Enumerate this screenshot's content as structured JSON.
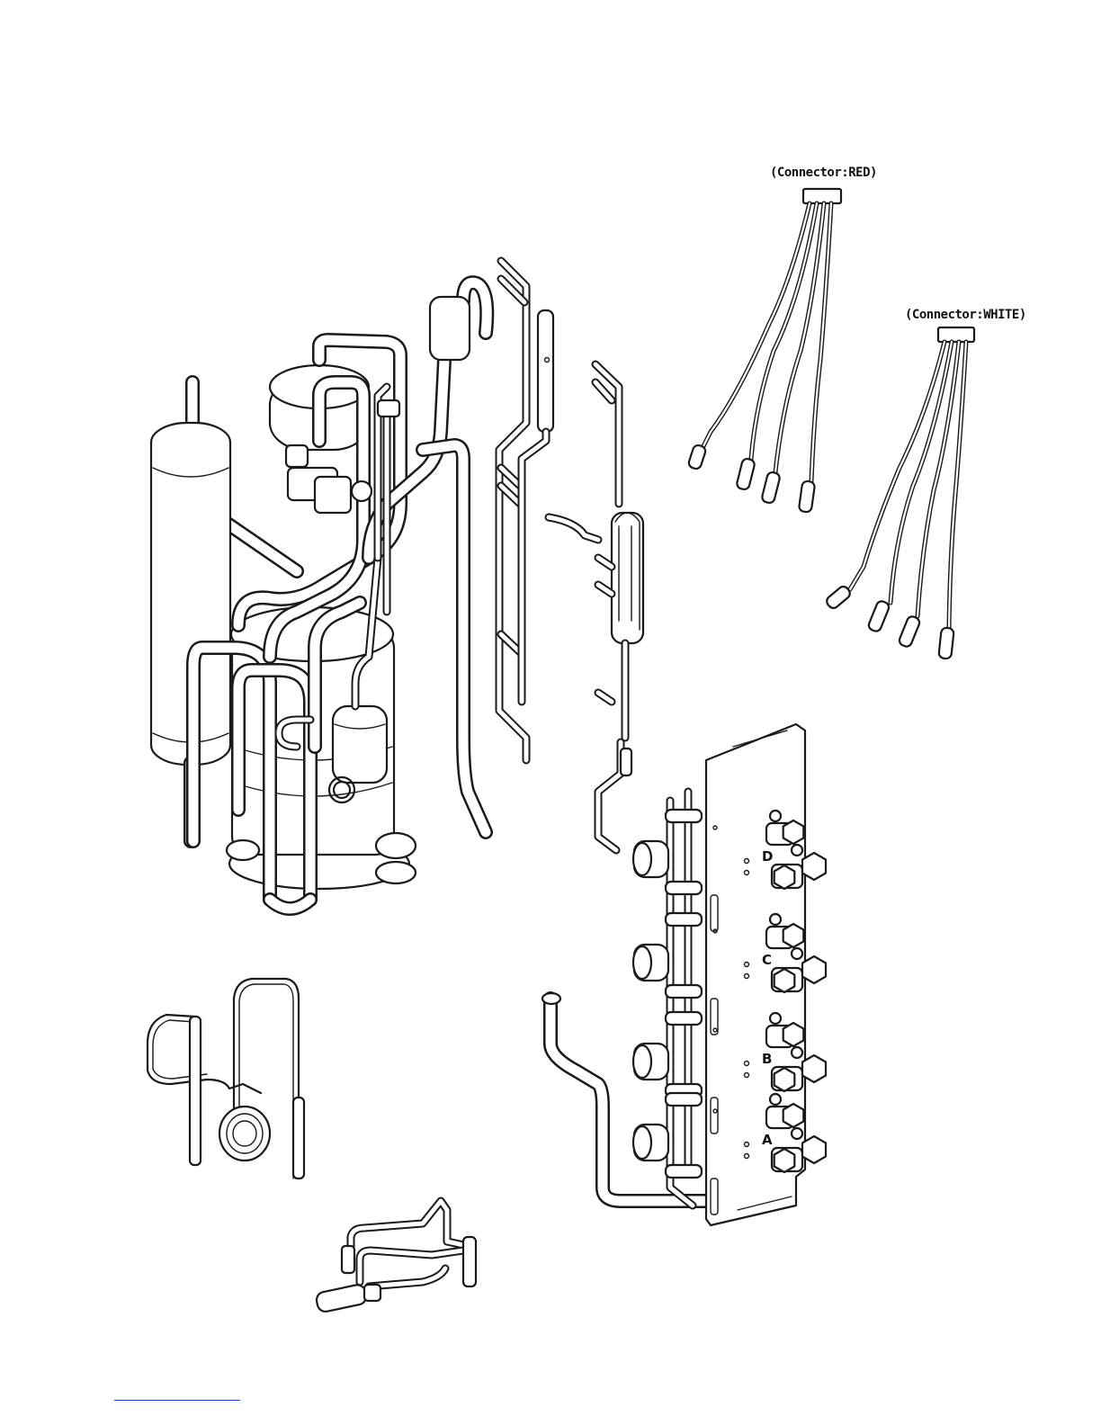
{
  "labels": {
    "connector_red": "(Connector:RED)",
    "connector_white": "(Connector:WHITE)"
  },
  "valve_letters": [
    "D",
    "C",
    "B",
    "A"
  ],
  "colors": {
    "line": "#1a1a1a",
    "footer_rule": "#1f3fd0"
  }
}
